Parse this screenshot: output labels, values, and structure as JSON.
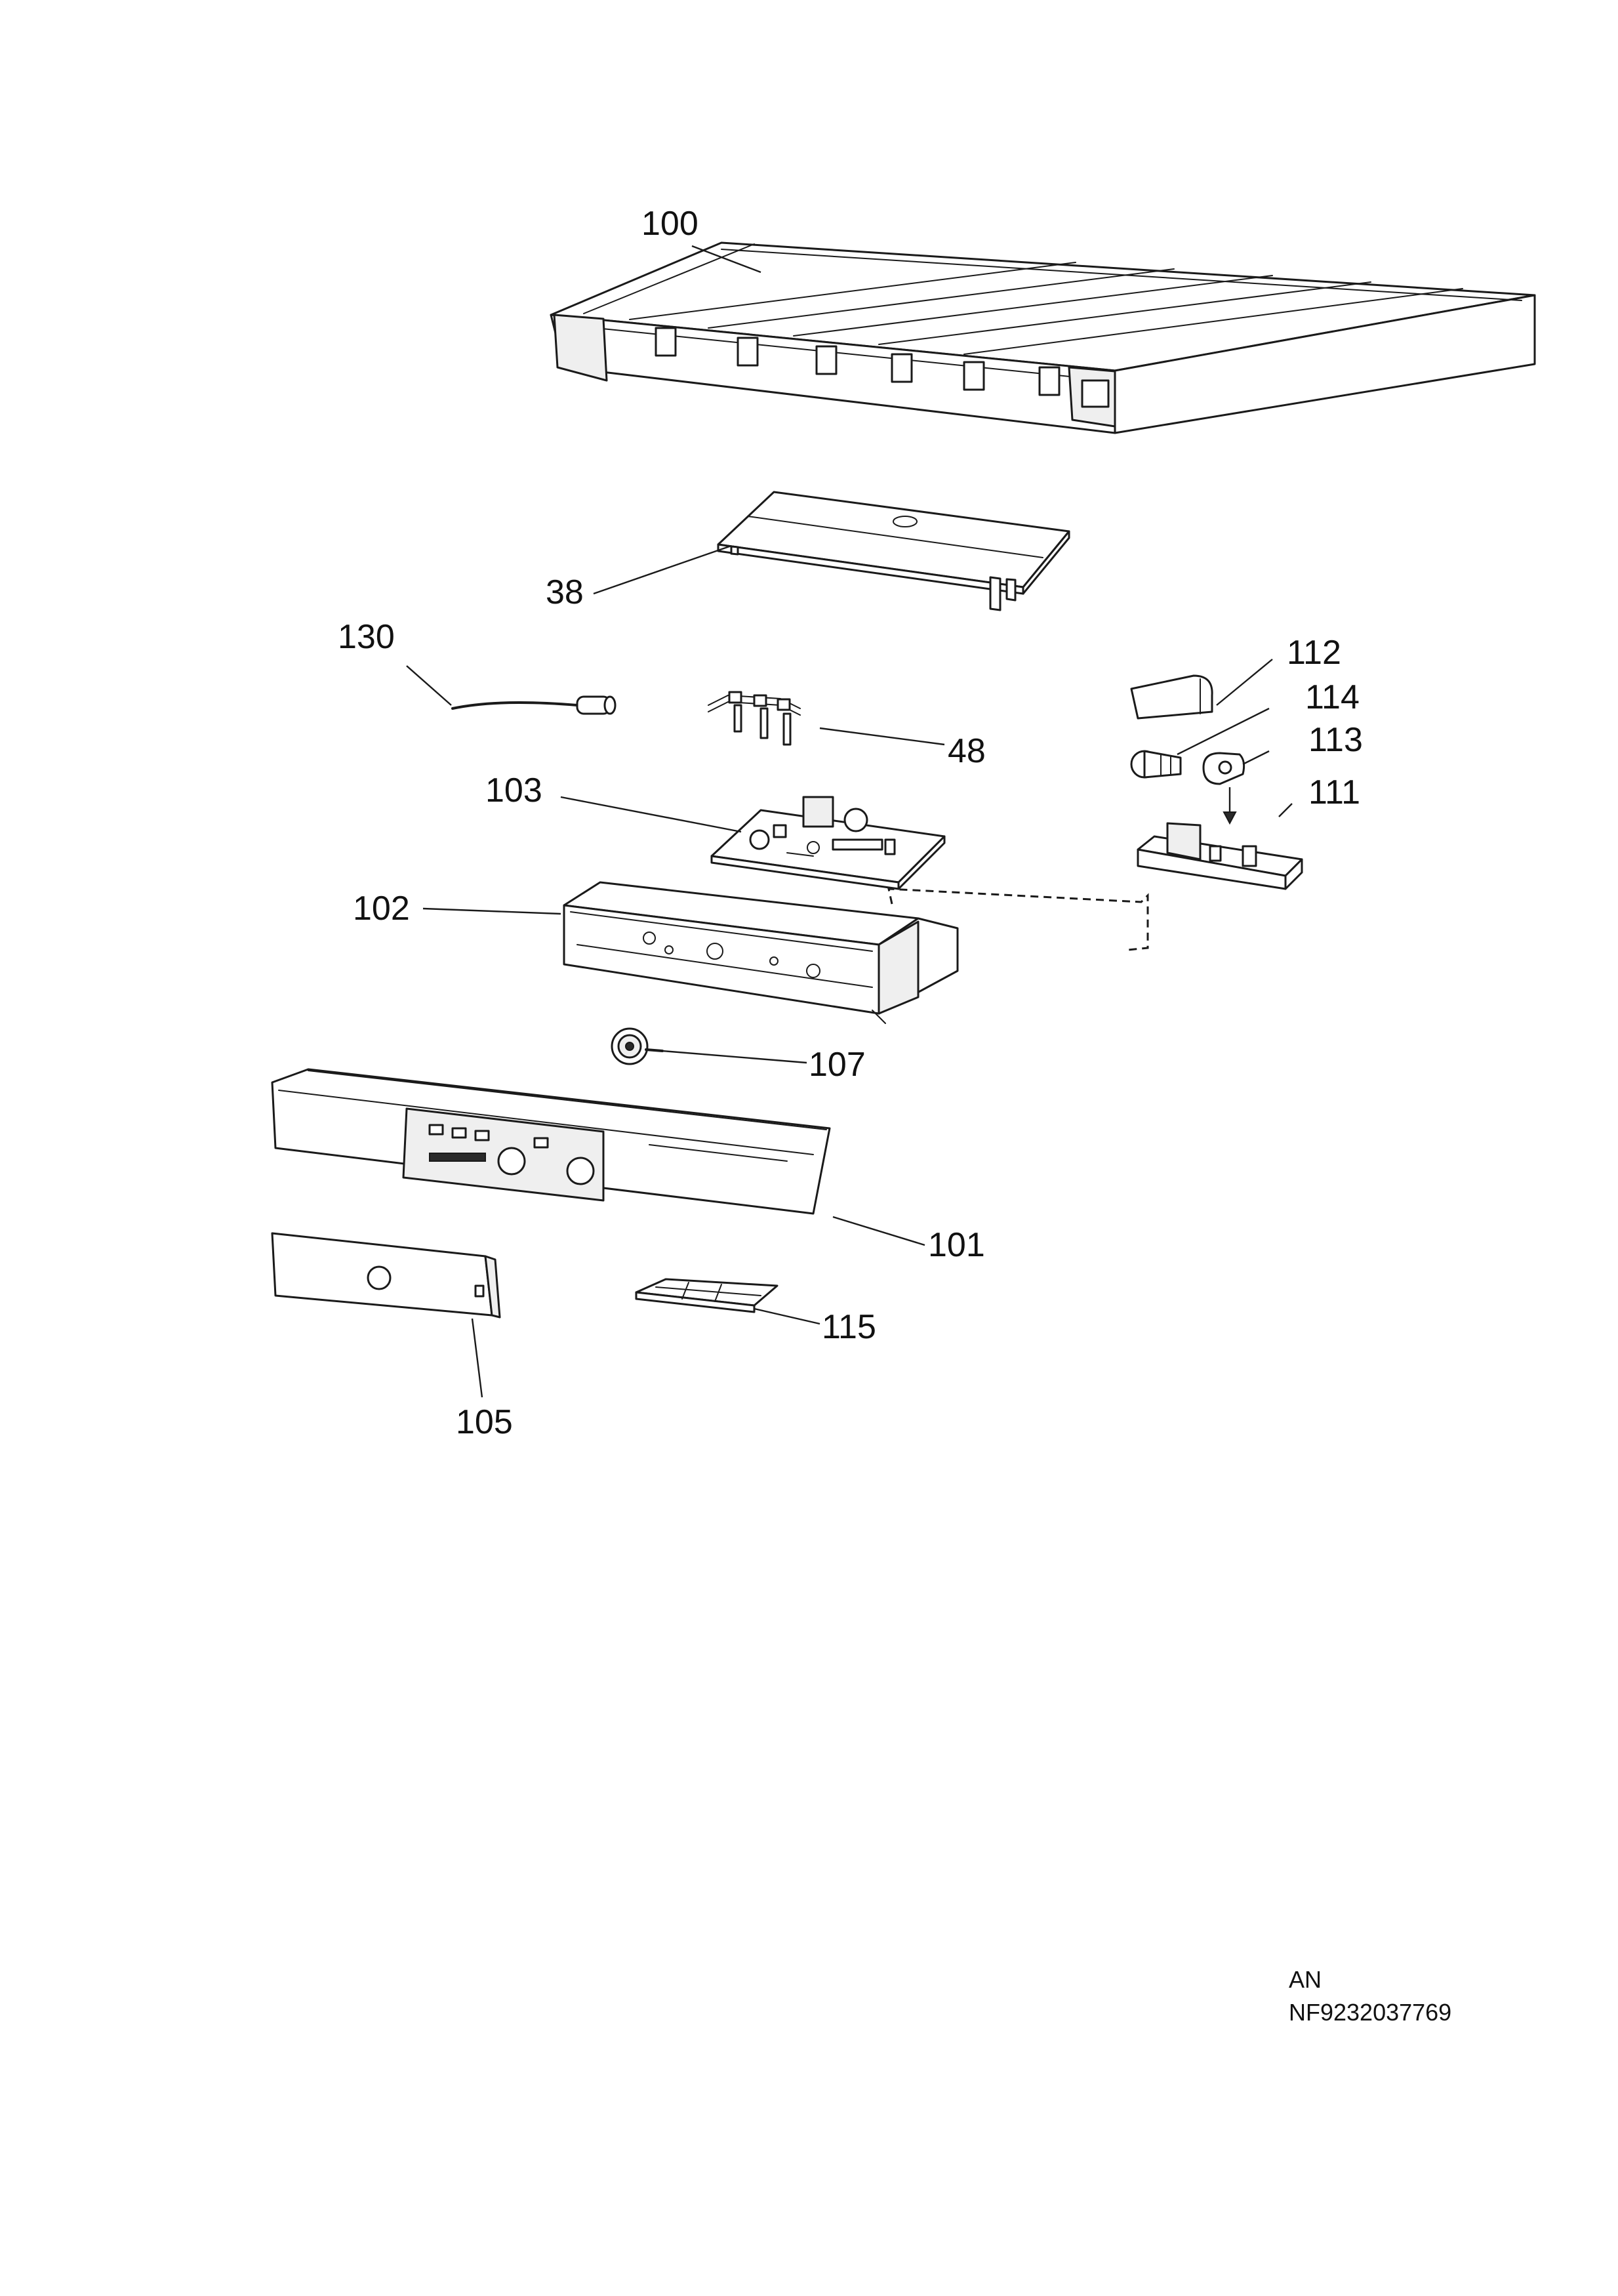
{
  "diagram": {
    "callouts": {
      "c100": "100",
      "c38": "38",
      "c130": "130",
      "c48": "48",
      "c112": "112",
      "c114": "114",
      "c113": "113",
      "c111": "111",
      "c103": "103",
      "c102": "102",
      "c107": "107",
      "c101": "101",
      "c105": "105",
      "c115": "115"
    },
    "footer": {
      "line1": "AN",
      "line2": "NF9232037769"
    }
  }
}
